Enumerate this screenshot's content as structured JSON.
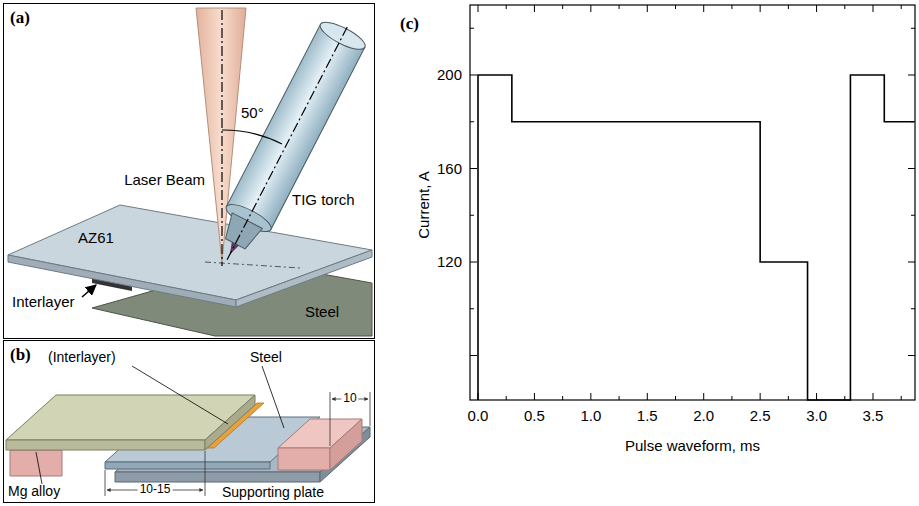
{
  "diagram": {
    "nodes": [
      {
        "text": [
          "(a)"
        ]
      },
      {
        "text": [
          "(b)"
        ]
      }
    ],
    "labels": [
      "Laser Beam",
      "50°",
      "TIG torch",
      "AZ61",
      "Interlayer",
      "Steel",
      "(Interlayer)",
      "Steel",
      "10-15",
      "10",
      "Mg alloy",
      "Supporting plate",
      "(c)",
      "Current, A",
      "200",
      "160",
      "120",
      "0.0",
      "0.5",
      "1.0",
      "1.5",
      "2.0",
      "2.5",
      "3.0",
      "3.5",
      "Pulse waveform, ms"
    ]
  }
}
